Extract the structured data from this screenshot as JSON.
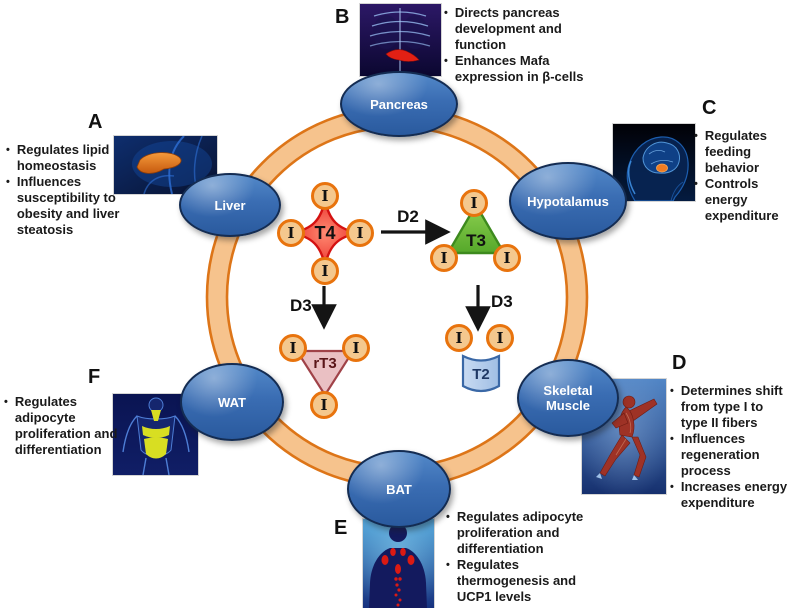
{
  "ui": {
    "bullet": "•"
  },
  "nodes": [
    {
      "id": "pancreas",
      "letter": "B",
      "label": "Pancreas",
      "bullets": [
        "Directs pancreas\ndevelopment and\nfunction",
        "Enhances Mafa\nexpression in β-cells"
      ]
    },
    {
      "id": "hypothalamus",
      "letter": "C",
      "label": "Hypotalamus",
      "bullets": [
        "Regulates\nfeeding\nbehavior",
        "Controls energy\nexpenditure"
      ]
    },
    {
      "id": "skeletal-muscle",
      "letter": "D",
      "label": "Skeletal\nMuscle",
      "bullets": [
        "Determines shift\nfrom type I to\ntype II fibers",
        "Influences\nregeneration\nprocess",
        "Increases energy\nexpenditure"
      ]
    },
    {
      "id": "bat",
      "letter": "E",
      "label": "BAT",
      "bullets": [
        "Regulates adipocyte\nproliferation and\ndifferentiation",
        "Regulates\nthermogenesis and\nUCP1 levels"
      ]
    },
    {
      "id": "wat",
      "letter": "F",
      "label": "WAT",
      "bullets": [
        "Regulates\nadipocyte\nproliferation and\ndifferentiation"
      ]
    },
    {
      "id": "liver",
      "letter": "A",
      "label": "Liver",
      "bullets": [
        "Regulates lipid\nhomeostasis",
        "Influences\nsusceptibility to\nobesity and liver\nsteatosis"
      ]
    }
  ],
  "center": {
    "t4": "T4",
    "t3": "T3",
    "rt3": "rT3",
    "t2": "T2",
    "d2": "D2",
    "d3": "D3",
    "iodine": "I"
  },
  "colors": {
    "ring_fill": "#F6C38D",
    "ring_border": "#DD7518",
    "node_fill_top": "#5389C9",
    "node_fill_bottom": "#2A5A9E",
    "node_border": "#142C52",
    "node_text": "#FFFFFF",
    "t4_fill": "#EE3B2F",
    "t4_border": "#D41111",
    "t3_fill": "#7CC244",
    "t3_border": "#3D8A1E",
    "rt3_fill": "#EAC0C3",
    "rt3_border": "#A04248",
    "t2_fill": "#B9D0EC",
    "t2_border": "#3A68A6",
    "iodine_fill": "#F4C88E",
    "iodine_border": "#E8730D",
    "arrow": "#141414",
    "text": "#1A1A1A"
  }
}
